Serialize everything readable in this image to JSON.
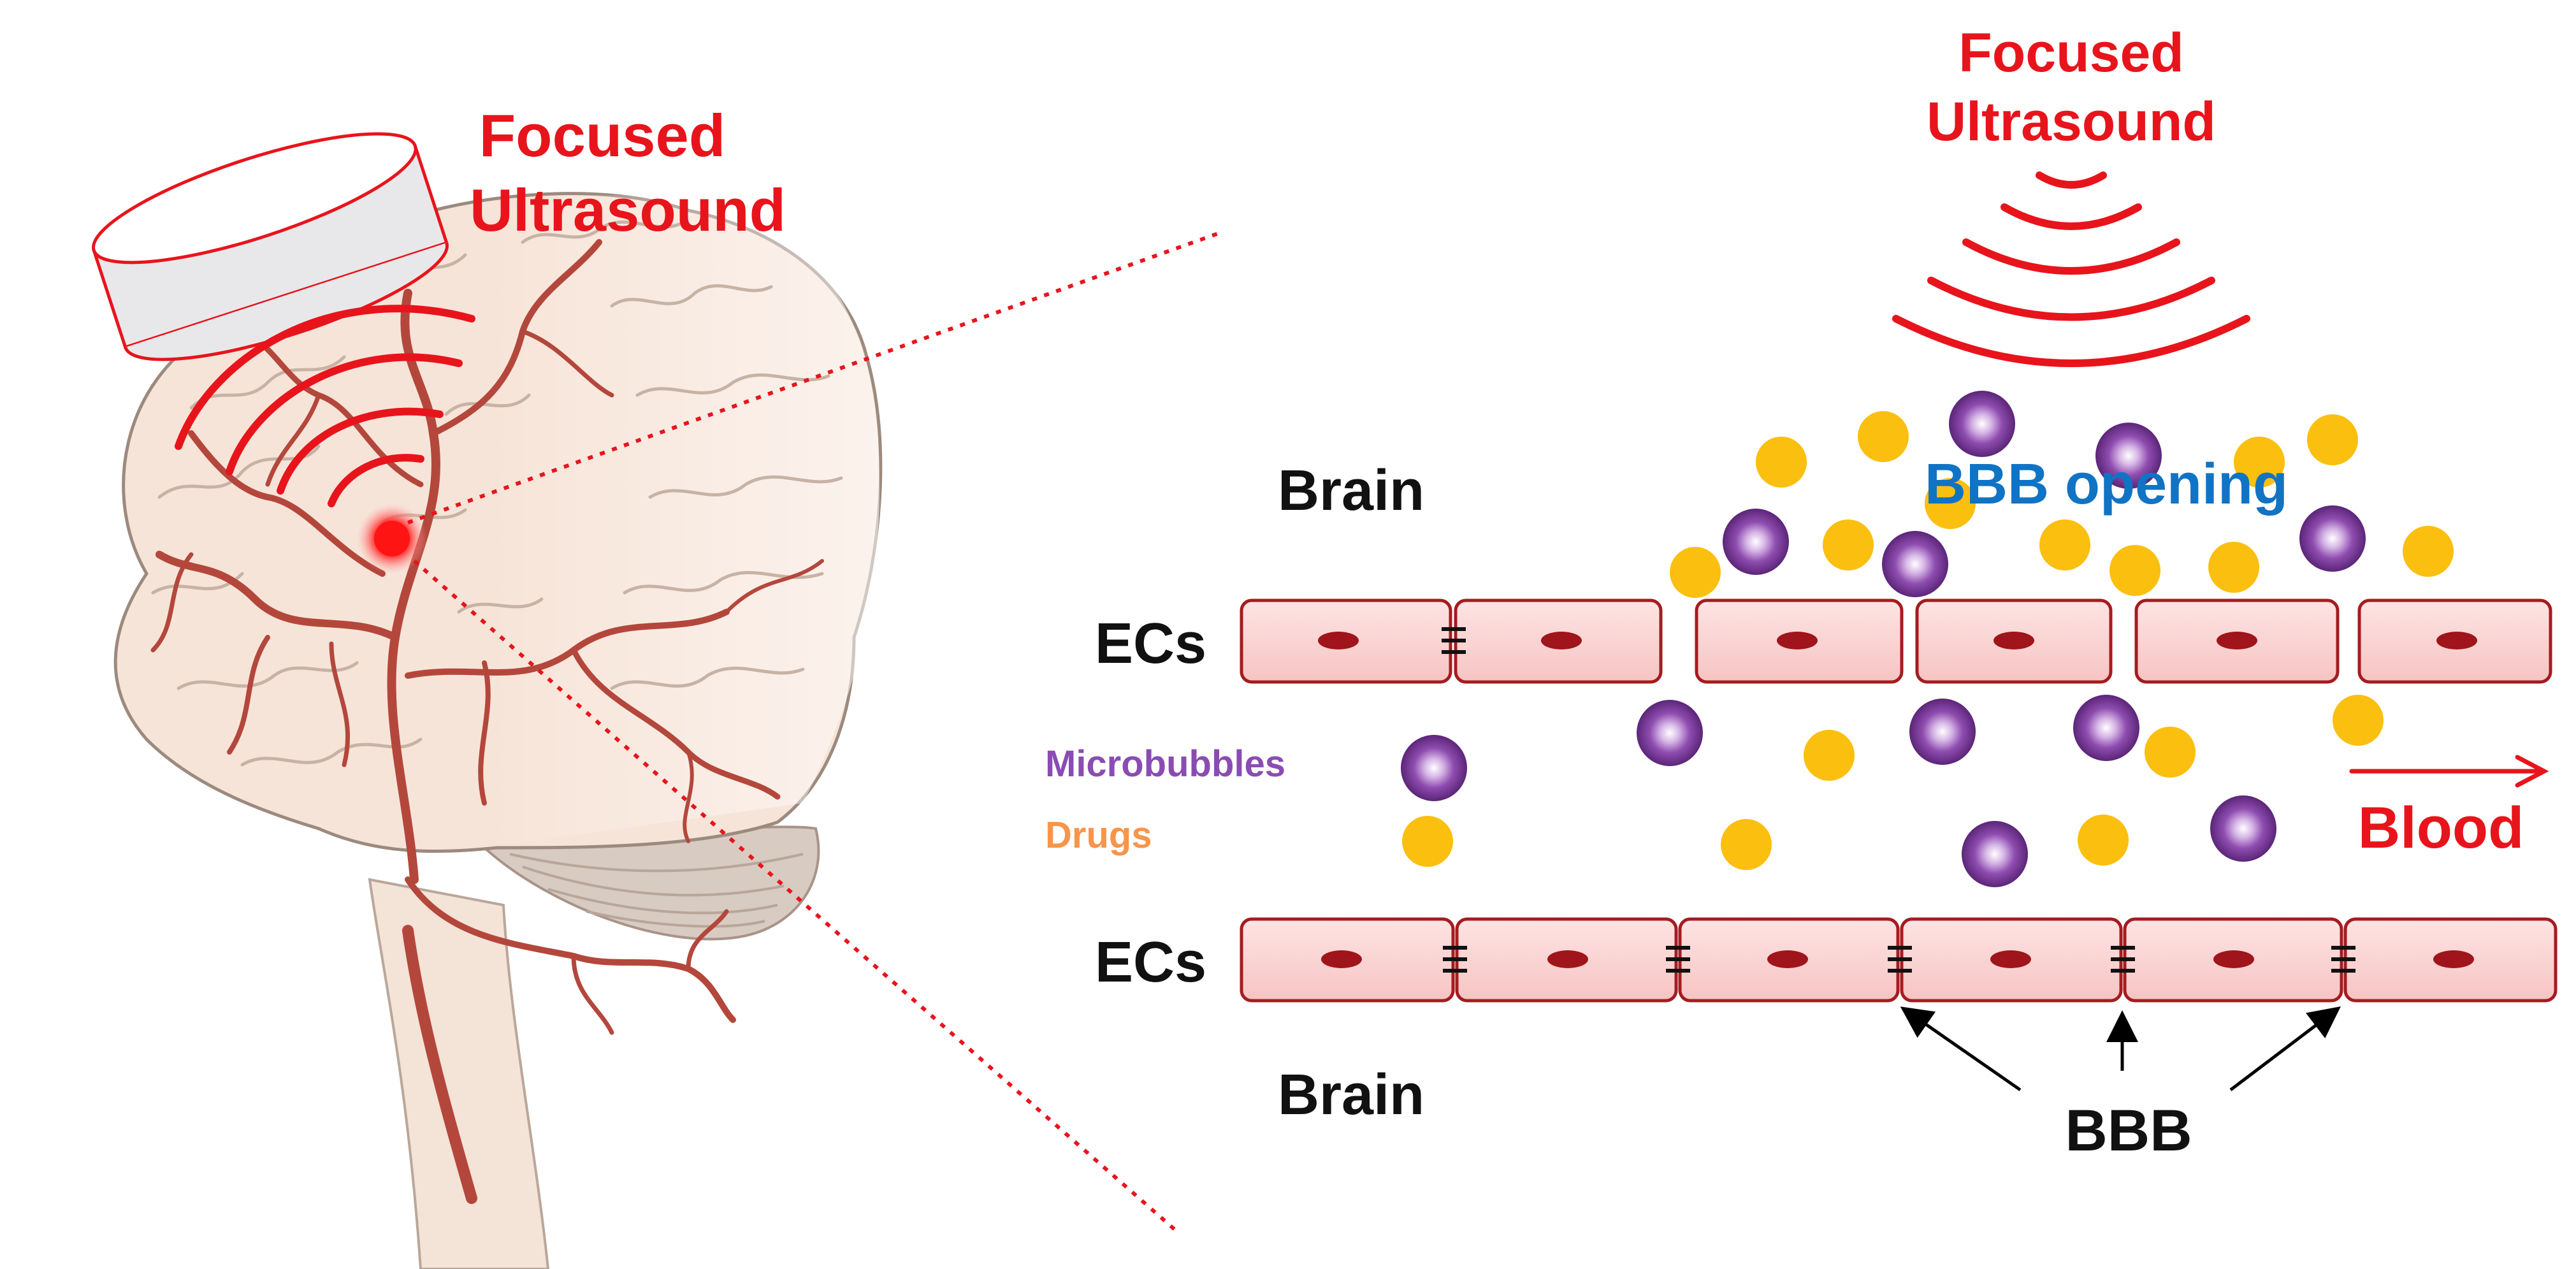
{
  "figure": {
    "left_panel": {
      "label_line1": "Focused",
      "label_line2": "Ultrasound"
    },
    "right_panel": {
      "label_line1": "Focused",
      "label_line2": "Ultrasound",
      "bbb_opening": "BBB opening",
      "brain_top": "Brain",
      "brain_bottom": "Brain",
      "ecs_top": "ECs",
      "ecs_bottom": "ECs",
      "legend_microbubbles": "Microbubbles",
      "legend_drugs": "Drugs",
      "blood": "Blood",
      "bbb": "BBB"
    }
  },
  "colors": {
    "ultrasound_red": "#e8141c",
    "bbb_opening_blue": "#1173c4",
    "microbubble_purple": "#7d3c9e",
    "drug_yellow": "#fbbf0f",
    "drugs_label_orange": "#f7954a",
    "endothelial_cell_fill": "#f9d0cf",
    "endothelial_cell_stroke": "#a41c20",
    "nucleus": "#a0141b",
    "brain_fill": "#f7e4d8",
    "vessel": "#b4473c"
  },
  "icons": [
    "ultrasound-transducer-icon",
    "brain-illustration",
    "focal-spot-icon",
    "endothelial-cell-icon",
    "microbubble-icon",
    "drug-particle-icon",
    "tight-junction-icon"
  ]
}
